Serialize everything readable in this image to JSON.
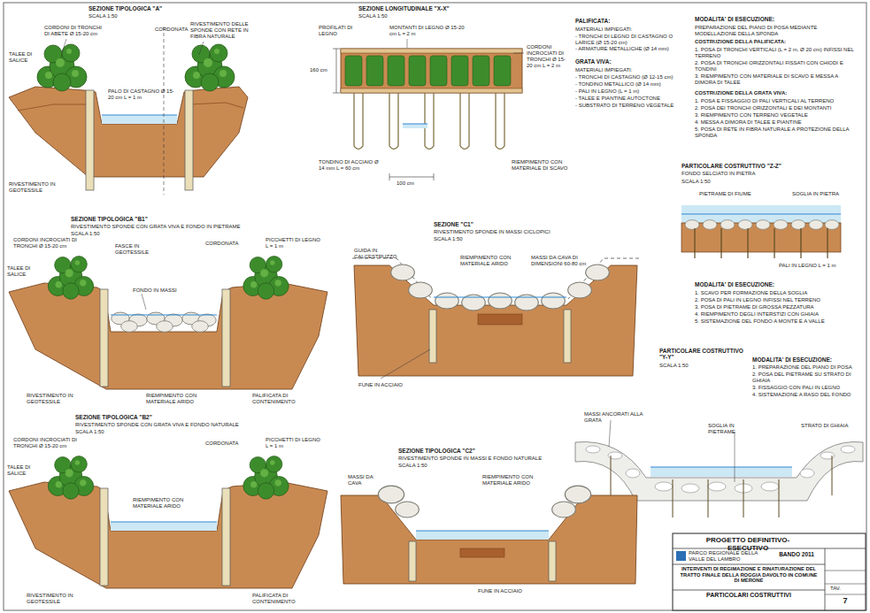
{
  "diagram": {
    "nodes": [
      {
        "text": [
          "PROGETTO DEFINITIVO-ESECUTIVO"
        ]
      },
      {
        "text": [
          "INTERVENTI DI REGIMAZIONE E RINATURAZIONE DEL TRATTO FINALE DELLA ROGGIA DAVOLTO IN COMUNE DI MERONE"
        ]
      },
      {
        "text": [
          "PARTICOLARI COSTRUTTIVI"
        ]
      },
      {
        "text": [
          "BANDO 2011"
        ]
      },
      {
        "text": [
          "7"
        ]
      }
    ],
    "labels": [
      "SEZIONE TIPOLOGICA \"A\"",
      "SCALA 1:50",
      "TALEE DI SALICE",
      "CORDONI DI TRONCHI DI ABETE Ø 15-20 cm",
      "CORDONATA",
      "RIVESTIMENTO DELLE SPONDE CON RETE IN FIBRA NATURALE",
      "PALO DI CASTAGNO Ø 15-20 cm L = 1 m",
      "RIVESTIMENTO IN GEOTESSILE",
      "SEZIONE LONGITUDINALE \"X-X\"",
      "SCALA 1:50",
      "MONTANTI DI LEGNO Ø 15-20 cm L = 2 m",
      "PROFILATI DI LEGNO",
      "CORDONI INCROCIATI DI TRONCHI Ø 15-20 cm L = 2 m",
      "160 cm",
      "100 cm",
      "TONDINO DI ACCIAIO Ø 14 mm L = 60 cm",
      "RIEMPIMENTO CON MATERIALE DI SCAVO",
      "PALIFICATA:",
      "MATERIALI IMPIEGATI:",
      "- TRONCHI DI LEGNO DI CASTAGNO O LARICE (Ø 15-20 cm)",
      "- ARMATURE METALLICHE (Ø 14 mm)",
      "GRATA VIVA:",
      "MATERIALI IMPIEGATI:",
      "- TRONCHI DI CASTAGNO (Ø 12-15 cm)",
      "- TONDINO METALLICO (Ø 14 mm)",
      "- PALI IN LEGNO (L = 1 m)",
      "- TALEE E PIANTINE AUTOCTONE",
      "- SUBSTRATO DI TERRENO VEGETALE",
      "MODALITA' DI ESECUZIONE:",
      "PREPARAZIONE DEL PIANO DI POSA MEDIANTE MODELLAZIONE DELLA SPONDA",
      "COSTRUZIONE DELLA PALIFICATA:",
      "1. POSA DI TRONCHI VERTICALI (L = 2 m, Ø 20 cm) INFISSI NEL TERRENO",
      "2. POSA DI TRONCHI ORIZZONTALI FISSATI CON CHIODI E TONDINI",
      "3. RIEMPIMENTO CON MATERIALE DI SCAVO E MESSA A DIMORA DI TALEE",
      "COSTRUZIONE DELLA GRATA VIVA:",
      "1. POSA E FISSAGGIO DI PALI VERTICALI AL TERRENO",
      "2. POSA DEI TRONCHI ORIZZONTALI E DEI MONTANTI",
      "3. RIEMPIMENTO CON TERRENO VEGETALE",
      "4. MESSA A DIMORA DI TALEE E PIANTINE",
      "5. POSA DI RETE IN FIBRA NATURALE A PROTEZIONE DELLA SPONDA",
      "PARTICOLARE COSTRUTTIVO \"Z-Z\"",
      "FONDO SELCIATO IN PIETRA",
      "SCALA 1:50",
      "PIETRAME DI FIUME",
      "SOGLIA IN PIETRA",
      "PALI IN LEGNO L = 1 m",
      "MODALITA' DI ESECUZIONE:",
      "1. SCAVO PER FORMAZIONE DELLA SOGLIA",
      "2. POSA DI PALI IN LEGNO INFISSI NEL TERRENO",
      "3. POSA DI PIETRAME DI GROSSA PEZZATURA",
      "4. RIEMPIMENTO DEGLI INTERSTIZI CON GHIAIA",
      "5. SISTEMAZIONE DEL FONDO A MONTE E A VALLE",
      "SEZIONE TIPOLOGICA \"B1\"",
      "RIVESTIMENTO SPONDE CON GRATA VIVA E FONDO IN PIETRAME",
      "SCALA 1:50",
      "CORDONI INCROCIATI DI TRONCHI Ø 15-20 cm",
      "TALEE DI SALICE",
      "FASCE IN GEOTESSILE",
      "CORDONATA",
      "PICCHETTI DI LEGNO L = 1 m",
      "FONDO IN MASSI",
      "RIVESTIMENTO IN GEOTESSILE",
      "RIEMPIMENTO CON MATERIALE ARIDO",
      "PALIFICATA DI CONTENIMENTO",
      "SEZIONE \"C1\"",
      "RIVESTIMENTO SPONDE IN MASSI CICLOPICI",
      "SCALA 1:50",
      "GUIDA IN CALCESTRUZZO",
      "RIEMPIMENTO CON MATERIALE ARIDO",
      "MASSI DA CAVA DI DIMENSIONI 60-80 cm",
      "FUNE IN ACCIAIO",
      "SEZIONE TIPOLOGICA \"C2\"",
      "RIVESTIMENTO SPONDE IN MASSI E FONDO NATURALE",
      "SCALA 1:50",
      "MASSI DA CAVA",
      "RIEMPIMENTO CON MATERIALE ARIDO",
      "FUNE IN ACCIAIO",
      "PARTICOLARE COSTRUTTIVO \"Y-Y\"",
      "SCALA 1:50",
      "MASSI ANCORATI ALLA GRATA",
      "SOGLIA IN PIETRAME",
      "STRATO DI GHIAIA",
      "MODALITA' DI ESECUZIONE:",
      "1. PREPARAZIONE DEL PIANO DI POSA",
      "2. POSA DEL PIETRAME SU STRATO DI GHIAIA",
      "3. FISSAGGIO CON PALI IN LEGNO",
      "4. SISTEMAZIONE A RASO DEL FONDO",
      "SEZIONE TIPOLOGICA \"B2\"",
      "RIVESTIMENTO SPONDE CON GRATA VIVA E FONDO NATURALE",
      "SCALA 1:50",
      "CORDONI INCROCIATI DI TRONCHI Ø 15-20 cm",
      "TALEE DI SALICE",
      "CORDONATA",
      "PICCHETTI DI LEGNO L = 1 m",
      "RIEMPIMENTO CON MATERIALE ARIDO",
      "RIVESTIMENTO IN GEOTESSILE",
      "PALIFICATA DI CONTENIMENTO",
      "PARCO REGIONALE DELLA VALLE DEL LAMBRO",
      "TAV."
    ]
  }
}
